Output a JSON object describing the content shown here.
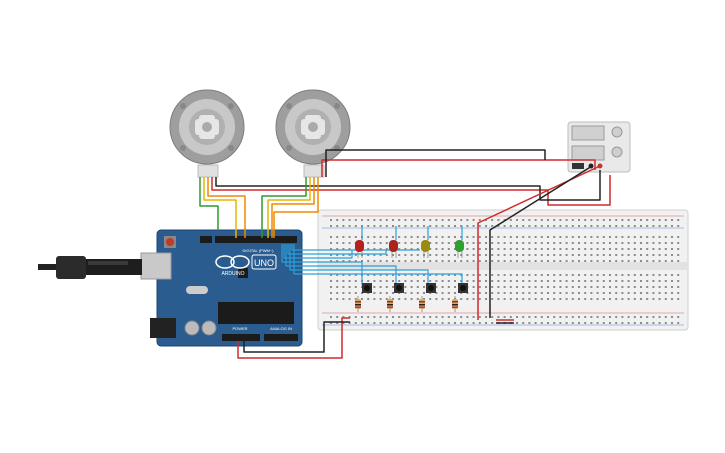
{
  "arduino": {
    "brand_text": "ARDUINO",
    "model_text": "UNO",
    "digital_label": "DIGITAL (PWM~)",
    "power_label": "POWER",
    "analog_label": "ANALOG IN"
  },
  "colors": {
    "board": "#2a5c8f",
    "breadboard": "#f0f0f0",
    "wire_red": "#d12a2a",
    "wire_black": "#222222",
    "wire_blue": "#2aa0d8",
    "wire_yellow": "#e8b400",
    "wire_orange": "#f08a00",
    "wire_green": "#2f9a2f",
    "led_red": "#b51f1f",
    "led_yellow": "#9a8a10",
    "led_green": "#2fa02f"
  },
  "components": {
    "servos": [
      "servo-1",
      "servo-2"
    ],
    "leds": [
      "red",
      "red",
      "yellow",
      "green"
    ],
    "buttons": 4,
    "resistors": 4,
    "power_supply": "dual-battery-pack"
  }
}
